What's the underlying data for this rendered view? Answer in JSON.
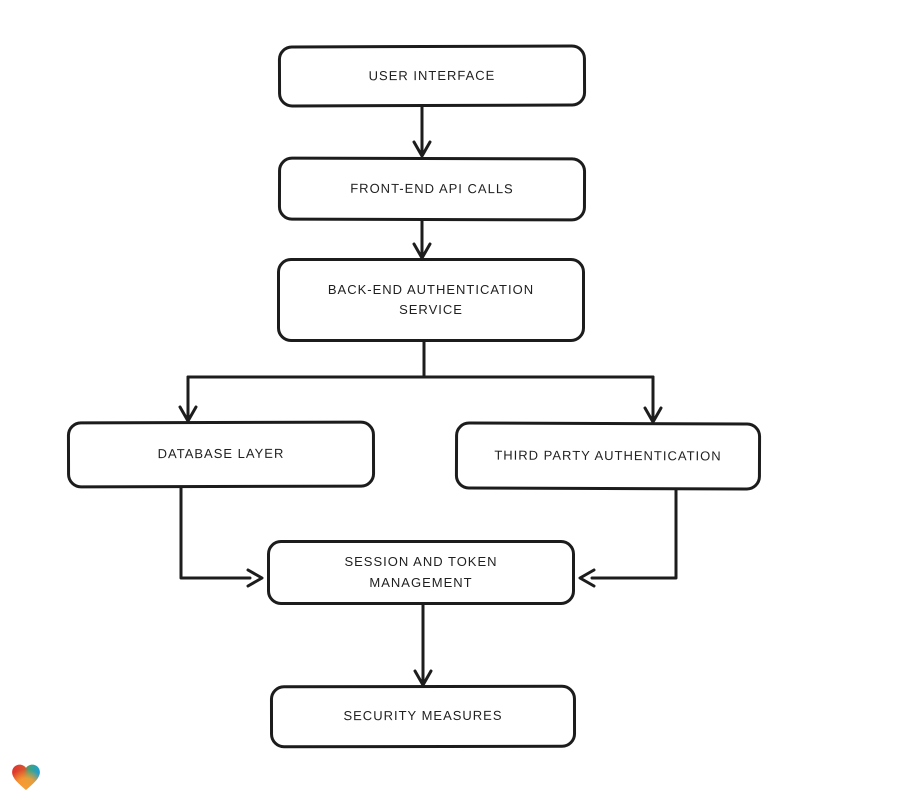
{
  "diagram": {
    "type": "flowchart",
    "background_color": "#ffffff",
    "node_fill_color": "#ffffff",
    "stroke_color": "#1d1d1d",
    "nodes": [
      {
        "id": "user-interface",
        "label": "User Interface"
      },
      {
        "id": "front-end-api-calls",
        "label": "Front-end API Calls"
      },
      {
        "id": "back-end-authentication-service",
        "label": "Back-end Authentication Service"
      },
      {
        "id": "database-layer",
        "label": "Database Layer"
      },
      {
        "id": "third-party-authentication",
        "label": "Third Party Authentication"
      },
      {
        "id": "session-and-token-management",
        "label": "Session and Token Management"
      },
      {
        "id": "security-measures",
        "label": "Security Measures"
      }
    ],
    "edges": [
      {
        "from": "user-interface",
        "to": "front-end-api-calls"
      },
      {
        "from": "front-end-api-calls",
        "to": "back-end-authentication-service"
      },
      {
        "from": "back-end-authentication-service",
        "to": "database-layer"
      },
      {
        "from": "back-end-authentication-service",
        "to": "third-party-authentication"
      },
      {
        "from": "database-layer",
        "to": "session-and-token-management"
      },
      {
        "from": "third-party-authentication",
        "to": "session-and-token-management"
      },
      {
        "from": "session-and-token-management",
        "to": "security-measures"
      }
    ]
  },
  "watermark": {
    "icon": "gradient-heart-icon",
    "colors": {
      "red": "#e2302c",
      "blue": "#1e9ed6",
      "teal": "#3fa37c",
      "orange": "#f89d32"
    }
  }
}
